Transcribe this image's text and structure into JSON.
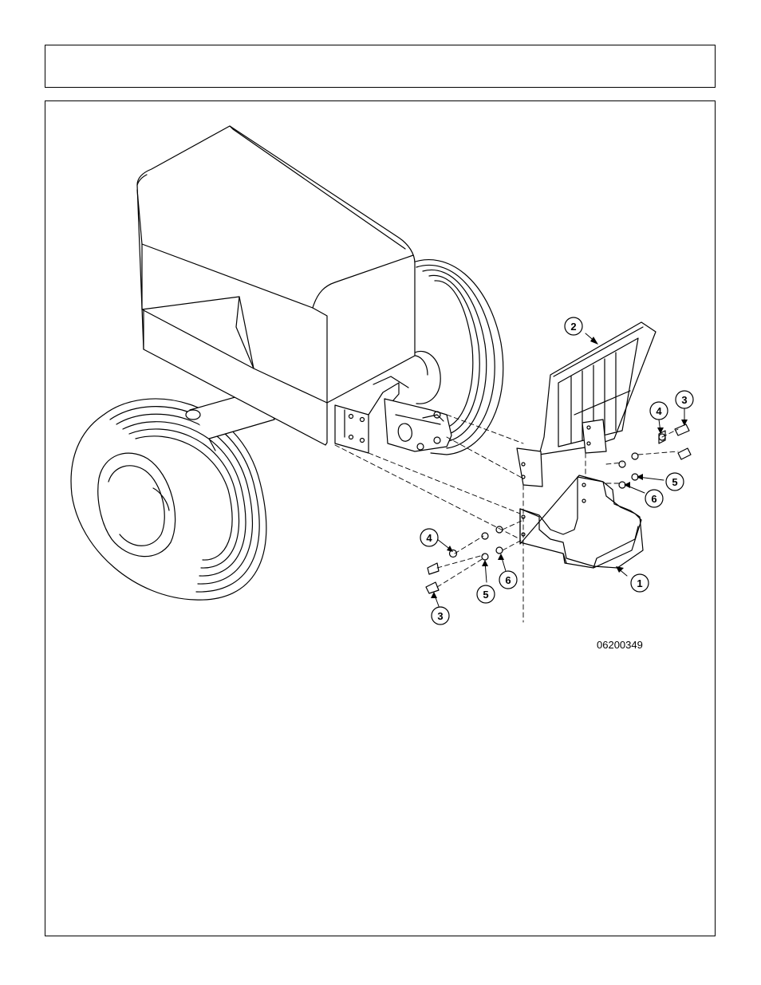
{
  "header": {
    "title": ""
  },
  "figure": {
    "drawing_number": "06200349",
    "callouts": [
      {
        "id": "c1",
        "label": "1"
      },
      {
        "id": "c2",
        "label": "2"
      },
      {
        "id": "c3a",
        "label": "3"
      },
      {
        "id": "c4a",
        "label": "4"
      },
      {
        "id": "c5a",
        "label": "5"
      },
      {
        "id": "c6a",
        "label": "6"
      },
      {
        "id": "c4b",
        "label": "4"
      },
      {
        "id": "c5b",
        "label": "5"
      },
      {
        "id": "c6b",
        "label": "6"
      },
      {
        "id": "c3b",
        "label": "3"
      }
    ]
  },
  "colors": {
    "line": "#000000",
    "background": "#ffffff"
  }
}
